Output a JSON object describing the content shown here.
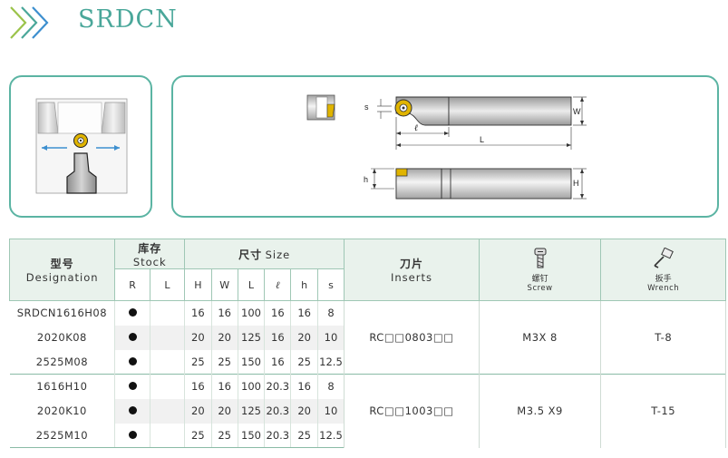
{
  "page": {
    "title": "SRDCN",
    "accent_color": "#4aa79a",
    "chevron_colors": [
      "#9bc34a",
      "#4aa79a",
      "#3d8fcf"
    ]
  },
  "diagram": {
    "dimension_labels": {
      "s": "s",
      "W": "W",
      "ell": "ℓ",
      "L": "L",
      "h": "h",
      "H": "H"
    }
  },
  "table": {
    "headers": {
      "model_cn": "型号",
      "model_en": "Designation",
      "stock_cn": "库存",
      "stock_en": "Stock",
      "stock_cols": [
        "R",
        "L"
      ],
      "size_cn": "尺寸",
      "size_en": "Size",
      "size_cols": [
        "H",
        "W",
        "L",
        "ℓ",
        "h",
        "s"
      ],
      "insert_cn": "刀片",
      "insert_en": "Inserts",
      "screw_cn": "螺钉",
      "screw_en": "Screw",
      "wrench_cn": "扳手",
      "wrench_en": "Wrench"
    },
    "groups": [
      {
        "insert": "RC□□0803□□",
        "screw": "M3X 8",
        "wrench": "T-8",
        "rows": [
          {
            "designation": "SRDCN1616H08",
            "R": true,
            "L": false,
            "H": "16",
            "W": "16",
            "Lval": "100",
            "ell": "16",
            "h": "16",
            "s": "8"
          },
          {
            "designation": "2020K08",
            "R": true,
            "L": false,
            "H": "20",
            "W": "20",
            "Lval": "125",
            "ell": "16",
            "h": "20",
            "s": "10"
          },
          {
            "designation": "2525M08",
            "R": true,
            "L": false,
            "H": "25",
            "W": "25",
            "Lval": "150",
            "ell": "16",
            "h": "25",
            "s": "12.5"
          }
        ]
      },
      {
        "insert": "RC□□1003□□",
        "screw": "M3.5 X9",
        "wrench": "T-15",
        "rows": [
          {
            "designation": "1616H10",
            "R": true,
            "L": false,
            "H": "16",
            "W": "16",
            "Lval": "100",
            "ell": "20.3",
            "h": "16",
            "s": "8"
          },
          {
            "designation": "2020K10",
            "R": true,
            "L": false,
            "H": "20",
            "W": "20",
            "Lval": "125",
            "ell": "20.3",
            "h": "20",
            "s": "10"
          },
          {
            "designation": "2525M10",
            "R": true,
            "L": false,
            "H": "25",
            "W": "25",
            "Lval": "150",
            "ell": "20.3",
            "h": "25",
            "s": "12.5"
          }
        ]
      }
    ]
  }
}
